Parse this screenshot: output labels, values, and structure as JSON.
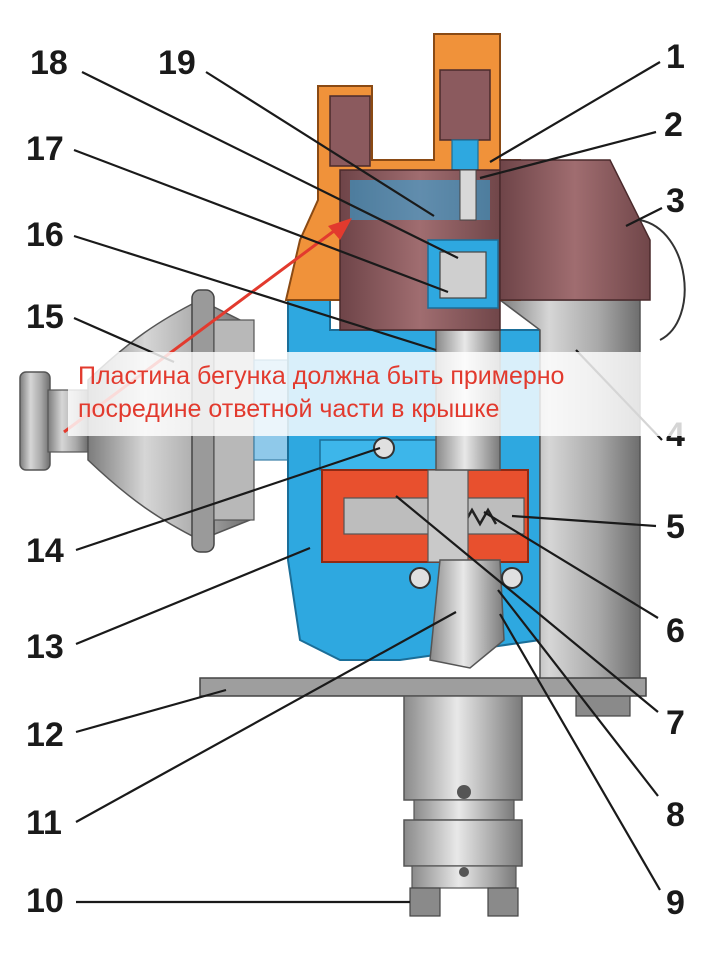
{
  "labels": {
    "n1": "1",
    "n2": "2",
    "n3": "3",
    "n4": "4",
    "n5": "5",
    "n6": "6",
    "n7": "7",
    "n8": "8",
    "n9": "9",
    "n10": "10",
    "n11": "11",
    "n12": "12",
    "n13": "13",
    "n14": "14",
    "n15": "15",
    "n16": "16",
    "n17": "17",
    "n18": "18",
    "n19": "19"
  },
  "note": {
    "line1": "Пластина бегунка должна быть примерно",
    "line2": "посредине ответной части в крышке"
  },
  "colors": {
    "cap_orange": "#f0923a",
    "rotor_brown": "#8b5a5e",
    "housing_blue": "#2ea8e0",
    "plate_red": "#e8502e",
    "metal_grey": "#a8a8a8",
    "annotation_red": "#e23a2e"
  }
}
